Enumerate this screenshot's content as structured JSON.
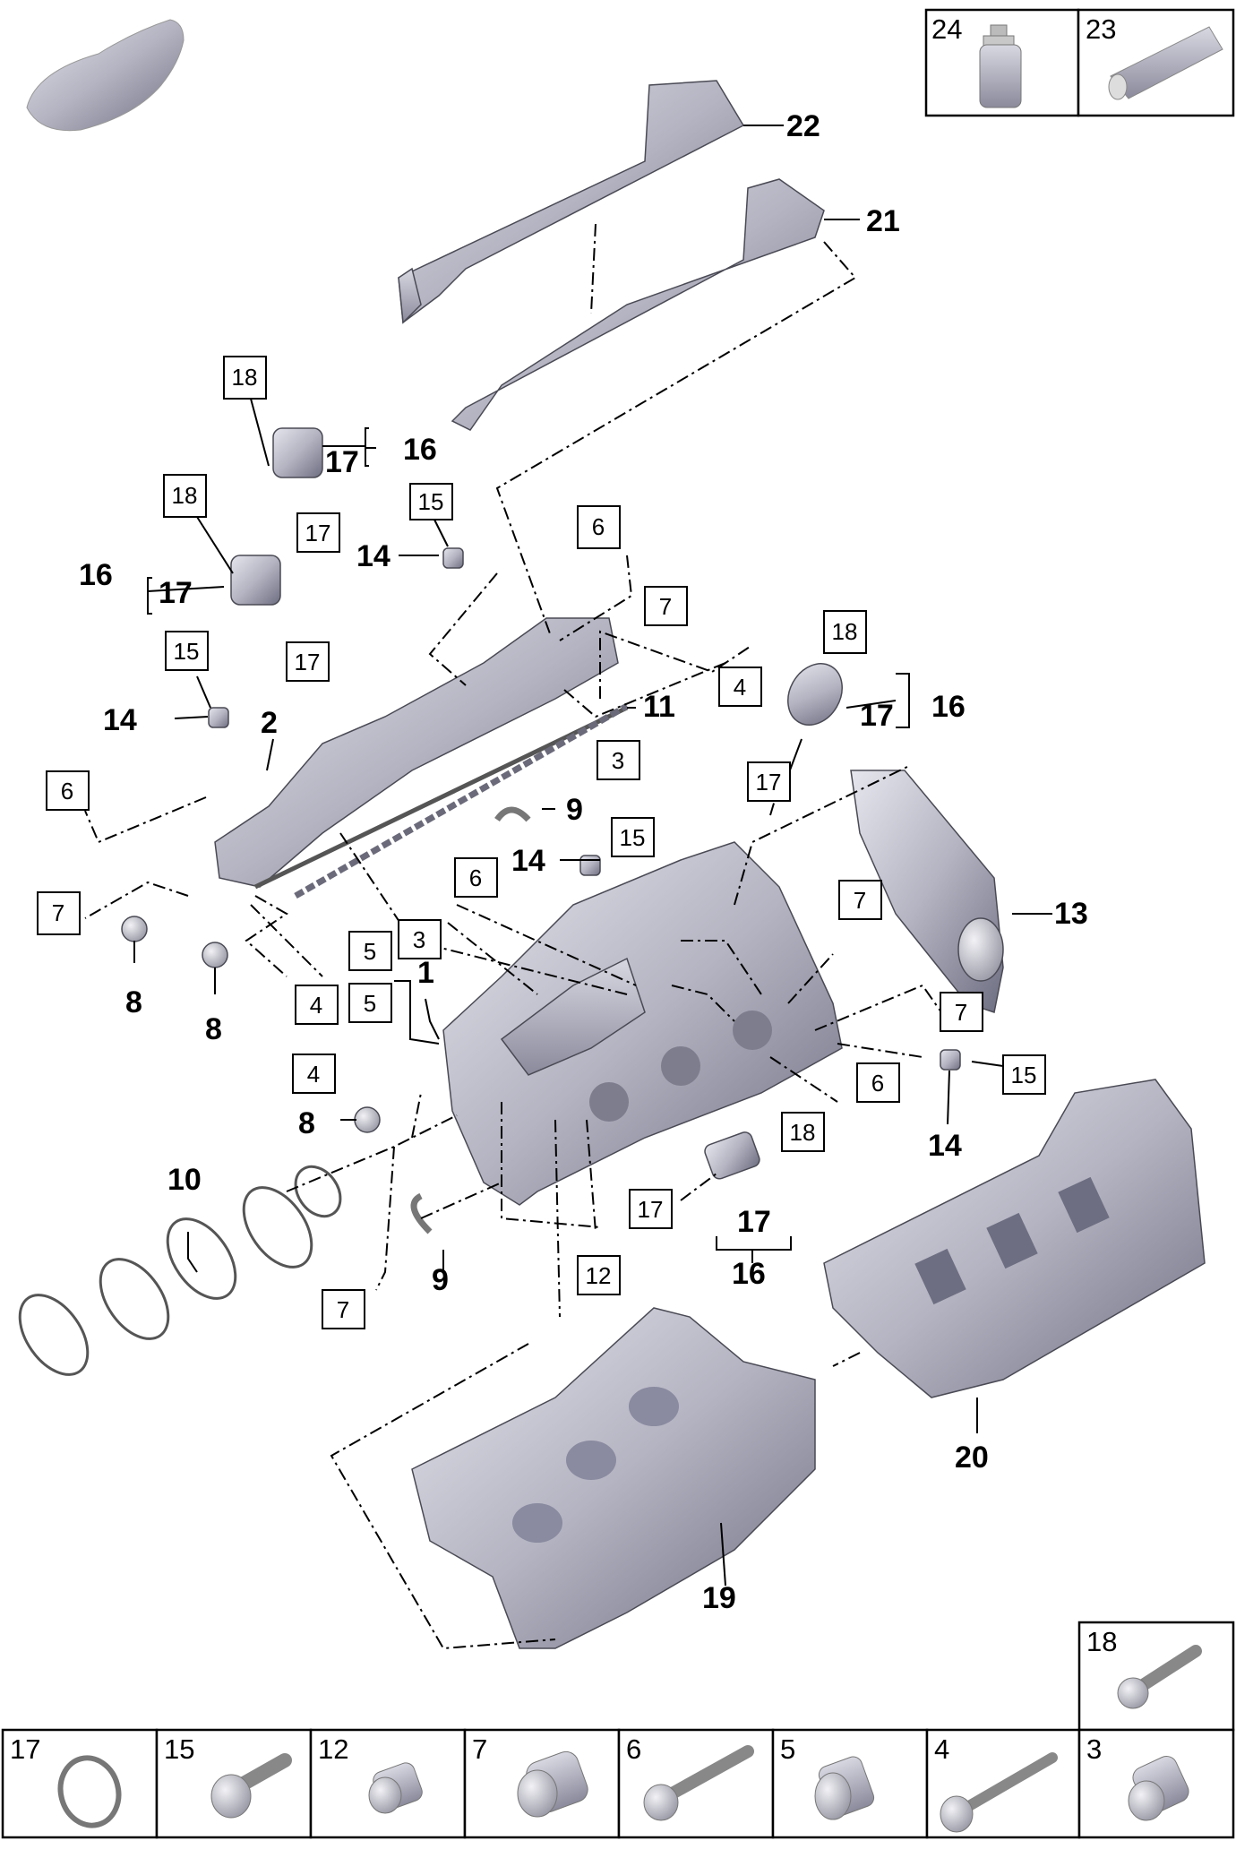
{
  "callouts": {
    "p1": "1",
    "p2": "2",
    "p3a": "3",
    "p3b": "3",
    "p4a": "4",
    "p4b": "4",
    "p4c": "4",
    "p5a": "5",
    "p5b": "5",
    "p6a": "6",
    "p6b": "6",
    "p6c": "6",
    "p6d": "6",
    "p7a": "7",
    "p7b": "7",
    "p7c": "7",
    "p7d": "7",
    "p7e": "7",
    "p8a": "8",
    "p8b": "8",
    "p8c": "8",
    "p9a": "9",
    "p9b": "9",
    "p10": "10",
    "p11": "11",
    "p12": "12",
    "p13": "13",
    "p14a": "14",
    "p14b": "14",
    "p14c": "14",
    "p14d": "14",
    "p15a": "15",
    "p15b": "15",
    "p15c": "15",
    "p15d": "15",
    "p16a": "16",
    "p16b": "16",
    "p16c": "16",
    "p16d": "16",
    "p17a": "17",
    "p17b": "17",
    "p17c": "17",
    "p17d": "17",
    "p17e": "17",
    "p17f": "17",
    "p17g": "17",
    "p17h": "17",
    "p18a": "18",
    "p18b": "18",
    "p18c": "18",
    "p18d": "18",
    "p19": "19",
    "p20": "20",
    "p21": "21",
    "p22": "22"
  },
  "parts_table": {
    "top_cells": [
      "24",
      "23"
    ],
    "mid_cell": "18",
    "bottom_cells": [
      "17",
      "15",
      "12",
      "7",
      "6",
      "5",
      "4",
      "3"
    ]
  },
  "colors": {
    "part_fill": "#b9b9c4",
    "part_shade": "#7d7d8e",
    "line": "#000000"
  }
}
